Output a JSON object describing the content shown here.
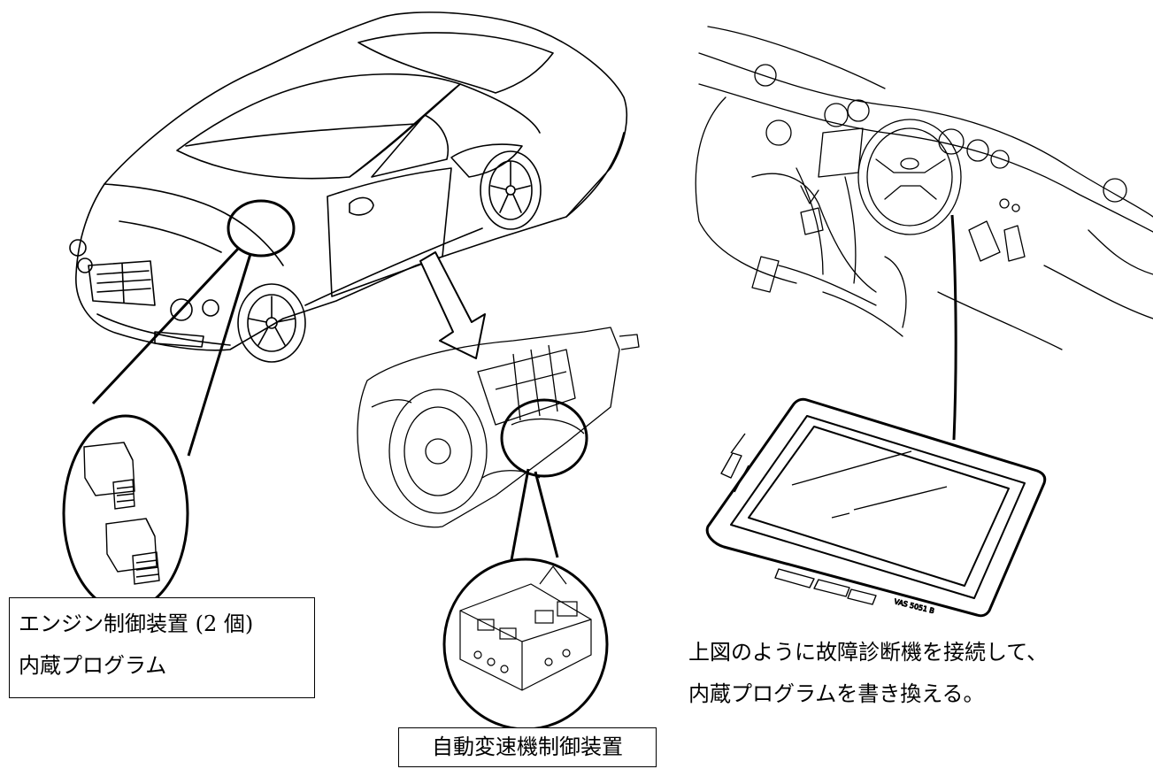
{
  "labels": {
    "engine_ecu_line1": "エンジン制御装置 (2 個)",
    "engine_ecu_line2": "内蔵プログラム",
    "transmission_ecu": "自動変速機制御装置"
  },
  "caption": {
    "line1": "上図のように故障診断機を接続して、",
    "line2": "内蔵プログラムを書き換える。"
  },
  "colors": {
    "line": "#000000",
    "background": "#ffffff"
  }
}
